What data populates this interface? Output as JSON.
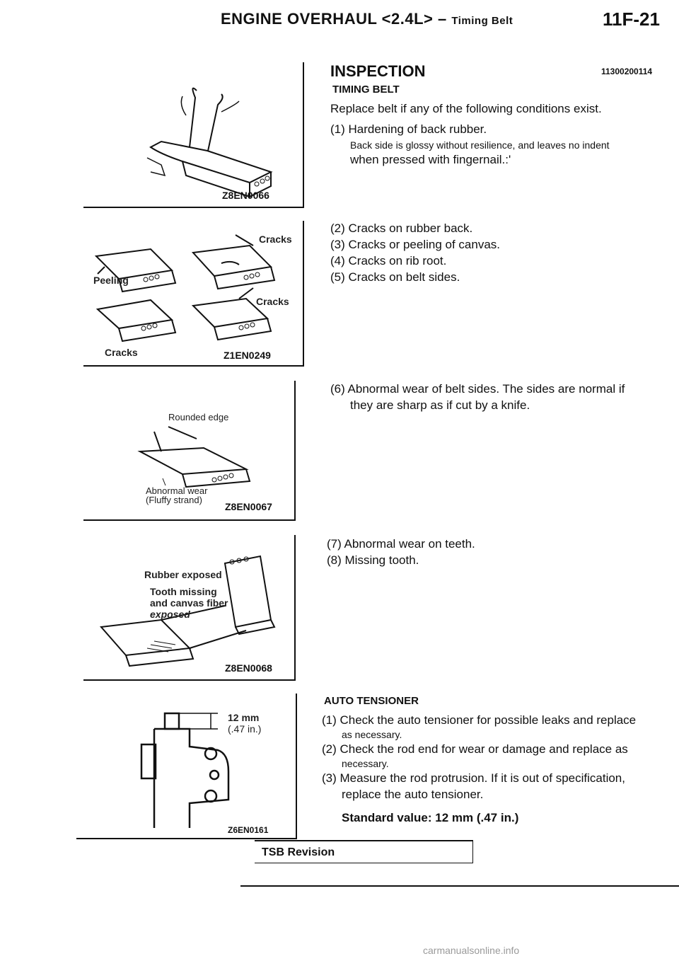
{
  "header": {
    "title": "ENGINE OVERHAUL",
    "engine": "<2.4L>",
    "dash": "–",
    "section": "Timing Belt",
    "page": "11F-21"
  },
  "figures": {
    "fig1": {
      "code": "Z8EN0066"
    },
    "fig2": {
      "code": "Z1EN0249",
      "labels": [
        "Cracks",
        "Peeling",
        "Cracks",
        "Cracks"
      ]
    },
    "fig3": {
      "code": "Z8EN0067",
      "labels": [
        "Rounded edge",
        "Abnormal wear",
        "(Fluffy strand)"
      ]
    },
    "fig4": {
      "code": "Z8EN0068",
      "labels": [
        "Rubber exposed",
        "Tooth missing",
        "and canvas fiber",
        "exposed"
      ]
    },
    "fig5": {
      "code": "Z6EN0161",
      "labels": [
        "12 mm",
        "(.47 in.)"
      ]
    }
  },
  "inspection": {
    "heading": "INSPECTION",
    "code": "11300200114",
    "timing_belt": {
      "heading": "TIMING BELT",
      "intro": "Replace belt if any of the following conditions exist.",
      "item1": "(1) Hardening of back rubber.",
      "item1_note_a": "Back side is glossy without resilience, and leaves no indent",
      "item1_note_b": "when pressed with fingernail.:'",
      "items_2_5": [
        "(2) Cracks on rubber back.",
        "(3) Cracks or peeling of canvas.",
        "(4) Cracks on rib root.",
        "(5) Cracks on belt sides."
      ],
      "item6_a": "(6) Abnormal wear of belt sides. The sides are normal if",
      "item6_b": "they are sharp as if cut by a knife.",
      "items_7_8": [
        "(7) Abnormal wear on teeth.",
        "(8) Missing tooth."
      ]
    },
    "auto_tensioner": {
      "heading": "AUTO TENSIONER",
      "item1_a": "(1) Check the auto tensioner for possible leaks and replace",
      "item1_b": "as necessary.",
      "item2_a": "(2) Check the rod end for wear or damage and replace as",
      "item2_b": "necessary.",
      "item3_a": "(3) Measure the rod protrusion. If it is out of specification,",
      "item3_b": "replace the auto tensioner.",
      "standard": "Standard value: 12 mm (.47 in.)"
    }
  },
  "footer": {
    "tsb": "TSB Revision",
    "watermark": "carmanualsonline.info"
  }
}
